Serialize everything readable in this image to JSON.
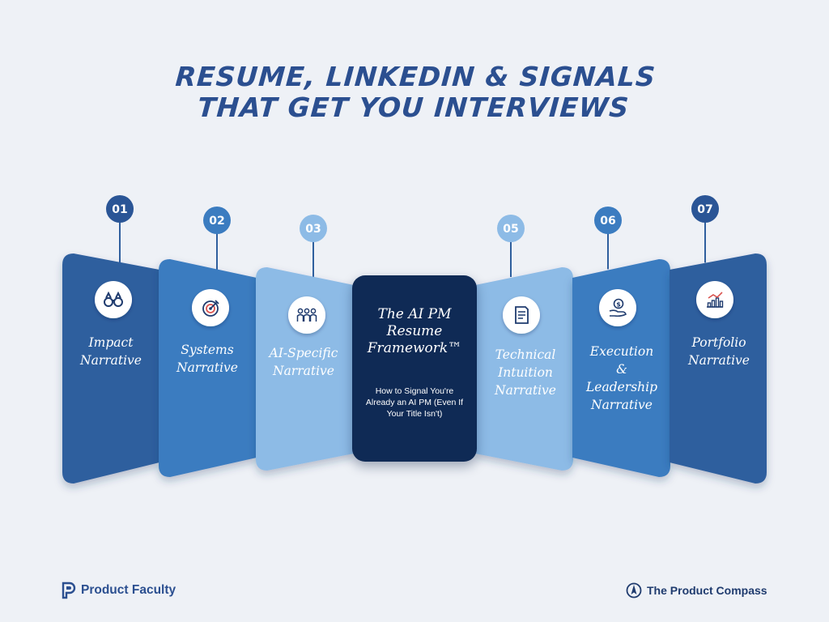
{
  "title": {
    "line1": "RESUME, LINKEDIN & SIGNALS",
    "line2": "THAT GET YOU INTERVIEWS"
  },
  "center": {
    "title_lines": [
      "The AI PM",
      "Resume",
      "Framework™"
    ],
    "subtitle": "How to Signal You're Already an AI PM (Even If Your Title Isn't)"
  },
  "cards": [
    {
      "number": "01",
      "label_lines": [
        "Impact",
        "Narrative"
      ],
      "icon": "binoculars-icon",
      "color": "#2f5f9e"
    },
    {
      "number": "02",
      "label_lines": [
        "Systems",
        "Narrative"
      ],
      "icon": "target-icon",
      "color": "#3b7cc0"
    },
    {
      "number": "03",
      "label_lines": [
        "AI-Specific",
        "Narrative"
      ],
      "icon": "team-icon",
      "color": "#8dbbe6"
    },
    {
      "number": "05",
      "label_lines": [
        "Technical",
        "Intuition",
        "Narrative"
      ],
      "icon": "document-icon",
      "color": "#8dbbe6"
    },
    {
      "number": "06",
      "label_lines": [
        "Execution",
        "&",
        "Leadership",
        "Narrative"
      ],
      "icon": "money-hand-icon",
      "color": "#3b7cc0"
    },
    {
      "number": "07",
      "label_lines": [
        "Portfolio",
        "Narrative"
      ],
      "icon": "chart-icon",
      "color": "#2f5f9e"
    }
  ],
  "footer": {
    "left_brand": "Product Faculty",
    "right_brand": "The Product Compass"
  },
  "colors": {
    "background": "#eef1f6",
    "title": "#2b4f90",
    "center": "#0f2a55",
    "dark_blue": "#2f5f9e",
    "mid_blue": "#3b7cc0",
    "light_blue": "#8dbbe6"
  }
}
